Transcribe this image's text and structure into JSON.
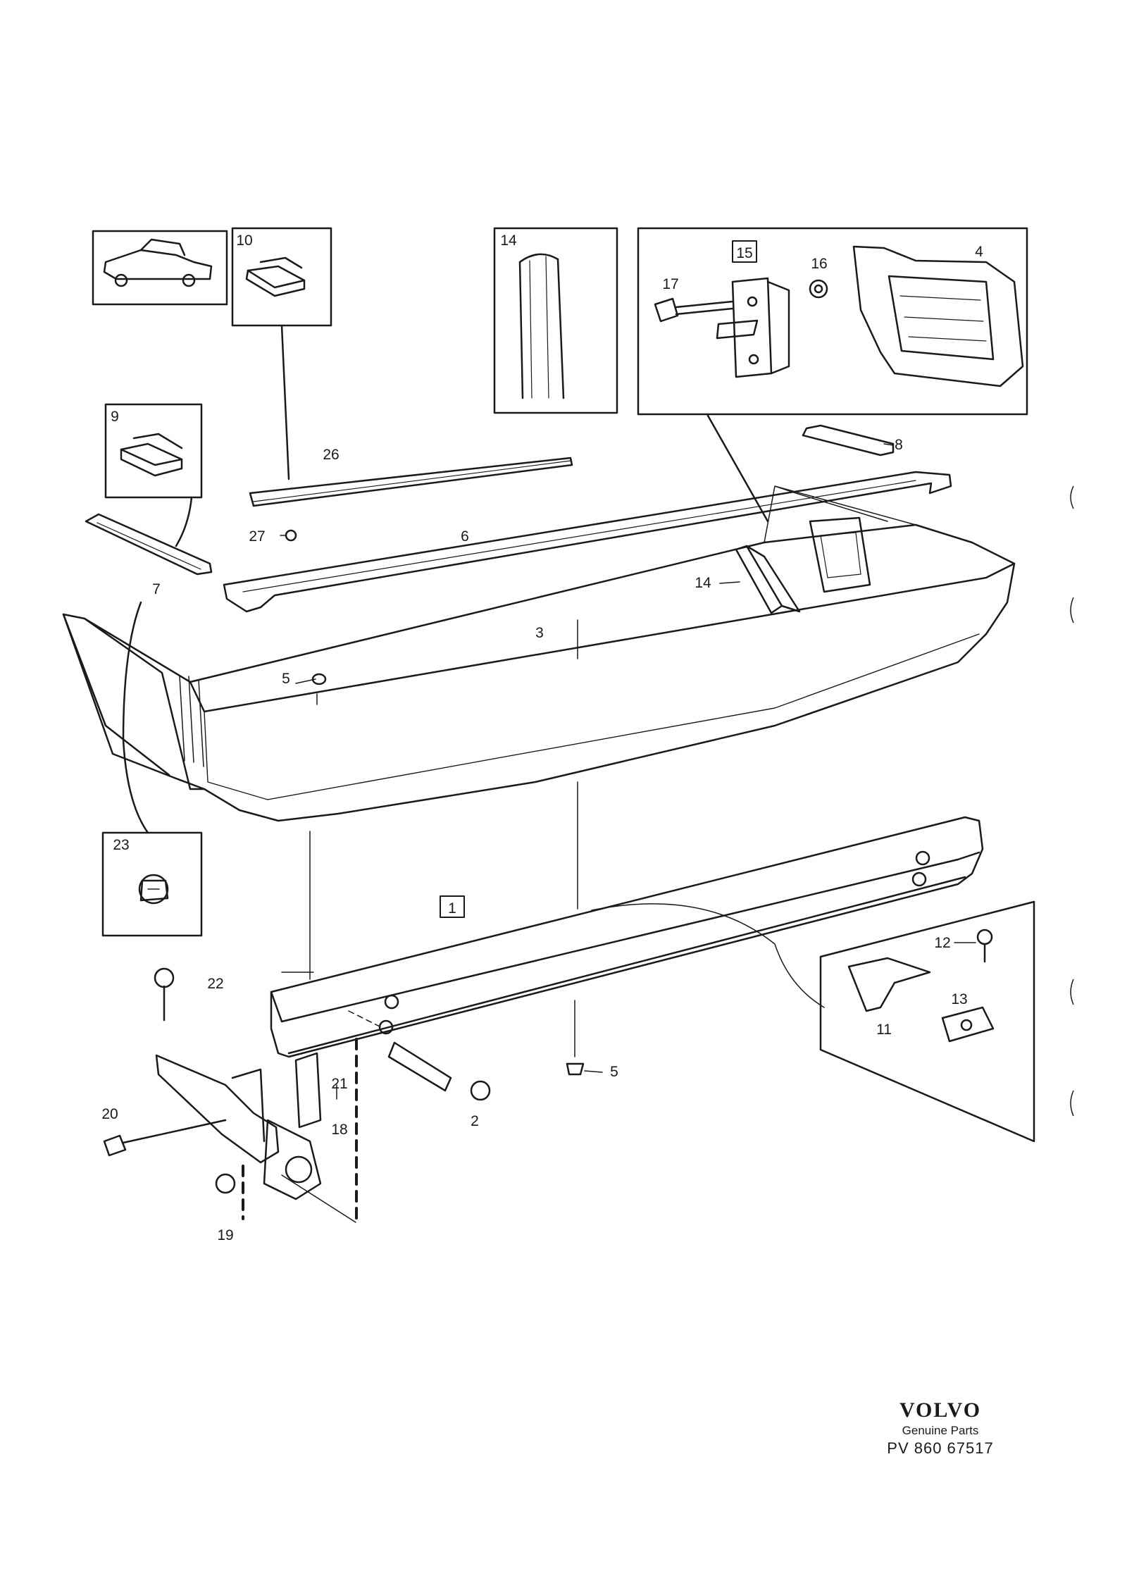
{
  "callouts": [
    {
      "id": "c1",
      "text": "1"
    },
    {
      "id": "c2",
      "text": "2"
    },
    {
      "id": "c3",
      "text": "3"
    },
    {
      "id": "c4",
      "text": "4"
    },
    {
      "id": "c5a",
      "text": "5"
    },
    {
      "id": "c5b",
      "text": "5"
    },
    {
      "id": "c6",
      "text": "6"
    },
    {
      "id": "c7",
      "text": "7"
    },
    {
      "id": "c8",
      "text": "8"
    },
    {
      "id": "c9",
      "text": "9"
    },
    {
      "id": "c10",
      "text": "10"
    },
    {
      "id": "c11",
      "text": "11"
    },
    {
      "id": "c12",
      "text": "12"
    },
    {
      "id": "c13",
      "text": "13"
    },
    {
      "id": "c14a",
      "text": "14"
    },
    {
      "id": "c14b",
      "text": "14"
    },
    {
      "id": "c15",
      "text": "15"
    },
    {
      "id": "c16",
      "text": "16"
    },
    {
      "id": "c17",
      "text": "17"
    },
    {
      "id": "c18",
      "text": "18"
    },
    {
      "id": "c19",
      "text": "19"
    },
    {
      "id": "c20",
      "text": "20"
    },
    {
      "id": "c21",
      "text": "21"
    },
    {
      "id": "c22",
      "text": "22"
    },
    {
      "id": "c23",
      "text": "23"
    },
    {
      "id": "c26",
      "text": "26"
    },
    {
      "id": "c27",
      "text": "27"
    }
  ],
  "footer": {
    "brand": "VOLVO",
    "subtitle": "Genuine Parts",
    "code": "PV 860 67517"
  },
  "colors": {
    "ink": "#1a1a1a",
    "paper": "#ffffff"
  }
}
